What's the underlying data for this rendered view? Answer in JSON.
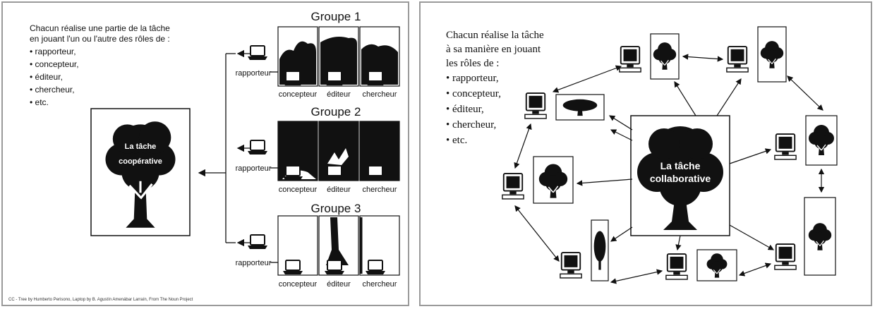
{
  "left": {
    "intro": [
      "Chacun réalise une partie de la tâche",
      "en jouant l'un ou l'autre des rôles de :",
      "• rapporteur,",
      "• concepteur,",
      "• éditeur,",
      "• chercheur,",
      "• etc."
    ],
    "center_title": [
      "La tâche",
      "coopérative"
    ],
    "groups": [
      {
        "title": "Groupe 1",
        "reporter": "rapporteur",
        "roles": [
          "concepteur",
          "éditeur",
          "chercheur"
        ]
      },
      {
        "title": "Groupe 2",
        "reporter": "rapporteur",
        "roles": [
          "concepteur",
          "éditeur",
          "chercheur"
        ]
      },
      {
        "title": "Groupe 3",
        "reporter": "rapporteur",
        "roles": [
          "concepteur",
          "éditeur",
          "chercheur"
        ]
      }
    ],
    "credit": "CC - Tree by Humberto Perisono, Laptop by B. Agustín Amenábar Larraín, From The Noun Project"
  },
  "right": {
    "intro": [
      "Chacun réalise la tâche",
      "à sa manière en jouant",
      "les rôles de :",
      "• rapporteur,",
      "• concepteur,",
      "• éditeur,",
      "• chercheur,",
      "• etc."
    ],
    "center_title": [
      "La tâche",
      "collaborative"
    ]
  },
  "icons": [
    "tree-icon",
    "laptop-icon",
    "computer-monitor-icon",
    "arrow-icon"
  ],
  "colors": {
    "ink": "#111111",
    "frame": "#9a9a9a",
    "background": "#ffffff"
  }
}
